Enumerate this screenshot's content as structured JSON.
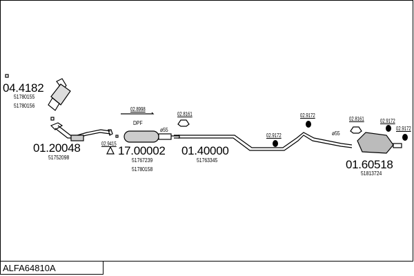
{
  "diagram_code": "ALFA64810A",
  "parts": [
    {
      "number": "04.4182",
      "refs": [
        "51780155",
        "51780156"
      ]
    },
    {
      "number": "01.20048",
      "refs": [
        "51752098"
      ]
    },
    {
      "number": "17.00002",
      "refs": [
        "51767239",
        "51780158"
      ]
    },
    {
      "number": "01.40000",
      "refs": [
        "51763345"
      ]
    },
    {
      "number": "01.60518",
      "refs": [
        "51813724"
      ]
    }
  ],
  "accessories": {
    "clamp_a": "02.8998",
    "dpf": "DPF",
    "diameter_a": "ø55",
    "diameter_b": "ø55",
    "gasket": "02.9415",
    "hanger_a": "02.8161",
    "hanger_b": "02.8161",
    "rubber_a": "02.9172",
    "rubber_b": "02.9172",
    "rubber_c": "02.9172",
    "rubber_d": "02.9172"
  }
}
